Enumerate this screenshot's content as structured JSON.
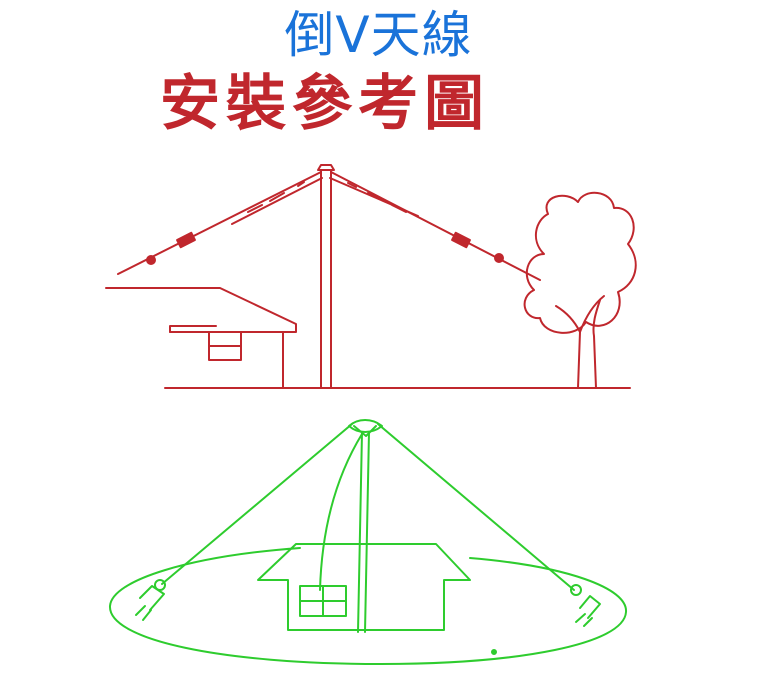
{
  "title": {
    "main": "倒V天線",
    "sub": "安裝參考圖"
  },
  "colors": {
    "title_main": "#1a73d9",
    "title_sub": "#c0272d",
    "side_view": "#c0272d",
    "top_view": "#2ecc2e",
    "background": "#ffffff"
  },
  "figures": {
    "side_view": {
      "elements": [
        "roof-house",
        "mast",
        "antenna-wire-left",
        "antenna-wire-right",
        "insulators",
        "tree",
        "ground-line"
      ]
    },
    "top_view": {
      "elements": [
        "ground-ellipse",
        "house-outline",
        "window",
        "mast",
        "feed-line",
        "guy-wire-left",
        "guy-wire-right",
        "ground-stakes"
      ]
    }
  }
}
